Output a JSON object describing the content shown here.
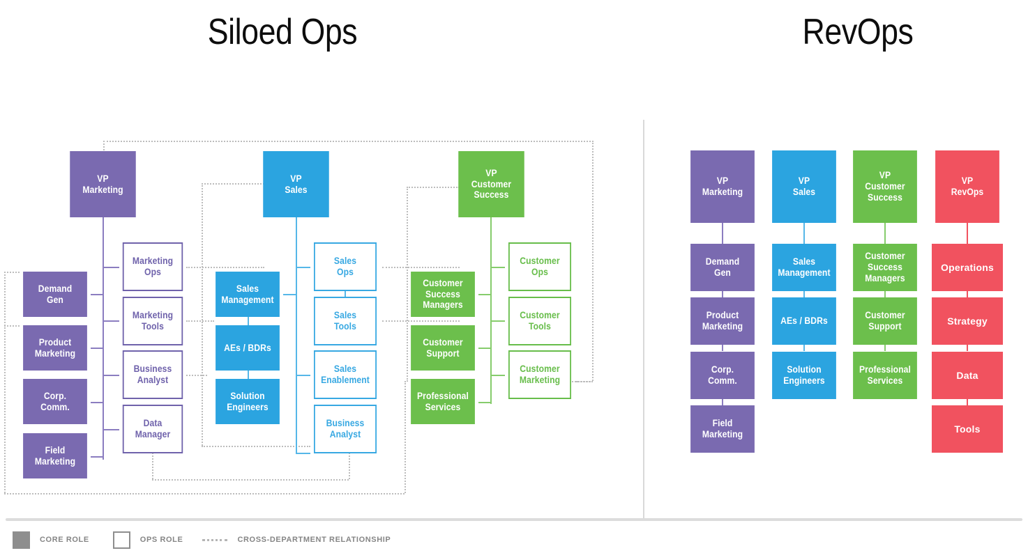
{
  "titles": {
    "left": "Siloed Ops",
    "right": "RevOps"
  },
  "legend": {
    "core_role": "CORE ROLE",
    "ops_role": "OPS ROLE",
    "cross_department": "CROSS-DEPARTMENT RELATIONSHIP"
  },
  "colors": {
    "marketing": "#7a6ab0",
    "sales": "#2ba4e0",
    "customer_success": "#6cbf4c",
    "revops": "#f1525f",
    "marketing_ops_border": "#8b7dc0",
    "sales_ops_border": "#56b7e8",
    "customer_ops_border": "#86cc6c",
    "dotted_line": "#bcbcbc",
    "divider": "#d9d9d9",
    "legend_text": "#858585"
  },
  "siloed": {
    "marketing": {
      "vp": "VP\nMarketing",
      "core": [
        "Demand\nGen",
        "Product\nMarketing",
        "Corp.\nComm.",
        "Field\nMarketing"
      ],
      "ops": [
        "Marketing\nOps",
        "Marketing\nTools",
        "Business\nAnalyst",
        "Data\nManager"
      ]
    },
    "sales": {
      "vp": "VP\nSales",
      "core": [
        "Sales\nManagement",
        "AEs / BDRs",
        "Solution\nEngineers"
      ],
      "ops": [
        "Sales\nOps",
        "Sales\nTools",
        "Sales\nEnablement",
        "Business\nAnalyst"
      ]
    },
    "customer_success": {
      "vp": "VP\nCustomer\nSuccess",
      "core": [
        "Customer\nSuccess\nManagers",
        "Customer\nSupport",
        "Professional\nServices"
      ],
      "ops": [
        "Customer\nOps",
        "Customer\nTools",
        "Customer\nMarketing"
      ]
    }
  },
  "revops": {
    "columns": [
      {
        "vp": "VP\nMarketing",
        "items": [
          "Demand\nGen",
          "Product\nMarketing",
          "Corp.\nComm.",
          "Field\nMarketing"
        ]
      },
      {
        "vp": "VP\nSales",
        "items": [
          "Sales\nManagement",
          "AEs / BDRs",
          "Solution\nEngineers"
        ]
      },
      {
        "vp": "VP\nCustomer\nSuccess",
        "items": [
          "Customer\nSuccess\nManagers",
          "Customer\nSupport",
          "Professional\nServices"
        ]
      },
      {
        "vp": "VP\nRevOps",
        "items": [
          "Operations",
          "Strategy",
          "Data",
          "Tools"
        ]
      }
    ]
  }
}
